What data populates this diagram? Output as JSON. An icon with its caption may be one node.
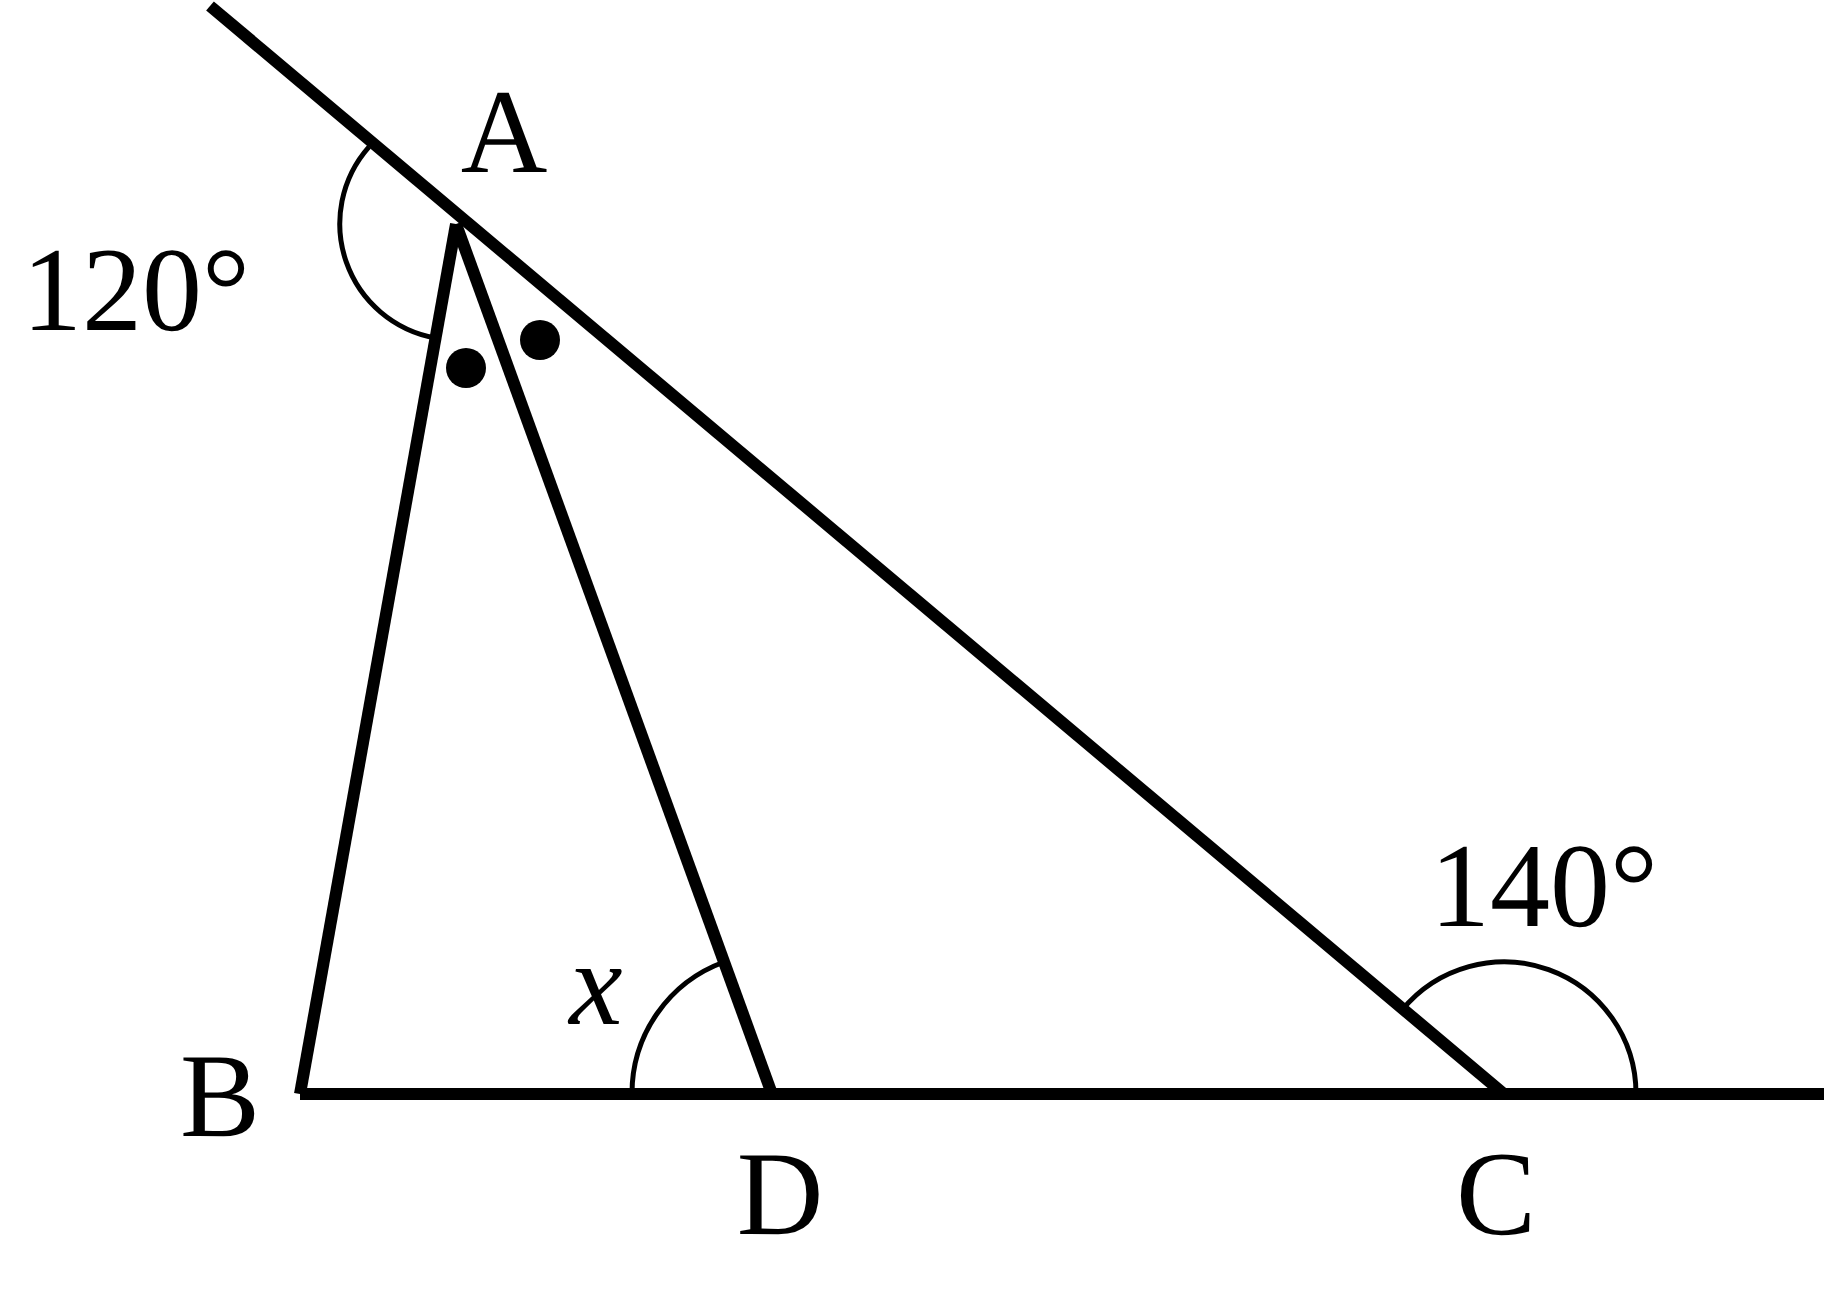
{
  "diagram": {
    "labels": [
      "A",
      "120°",
      "B",
      "D",
      "C",
      "140°",
      "x"
    ]
  }
}
